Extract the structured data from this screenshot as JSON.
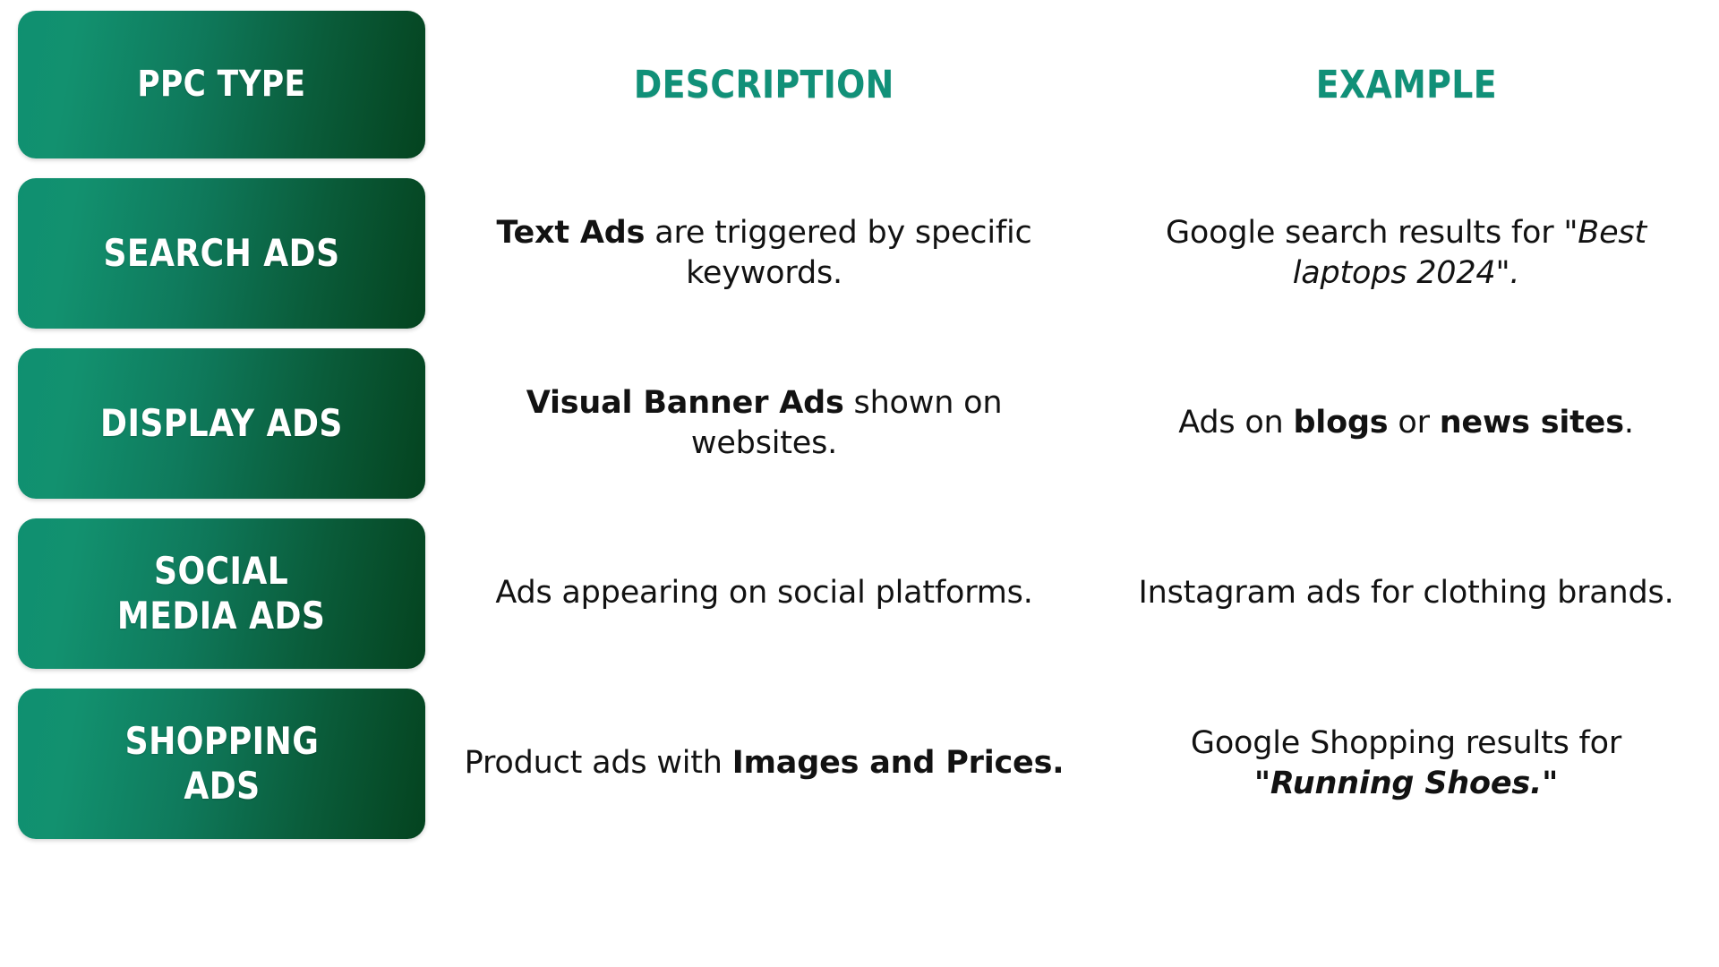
{
  "accent_colors": {
    "green_dark": "#04431f",
    "green_mid": "#0a5c3a",
    "teal": "#119078",
    "teal_bright": "#16a085",
    "text_black": "#121212",
    "card_bg": "#ffffff",
    "page_bg": "#ffffff"
  },
  "header": {
    "type_label": "PPC TYPE",
    "description_label": "DESCRIPTION",
    "example_label": "EXAMPLE"
  },
  "rows": [
    {
      "type": "SEARCH ADS",
      "description_html": "<b>Text Ads</b> are triggered by specific keywords.",
      "description_plain": "Text Ads are triggered by specific keywords.",
      "example_html": "Google search results for <i>\"Best laptops 2024\".</i>",
      "example_plain": "Google search results for \"Best laptops 2024\"."
    },
    {
      "type": "DISPLAY ADS",
      "description_html": "<b>Visual Banner Ads</b> shown on websites.",
      "description_plain": "Visual Banner Ads shown on websites.",
      "example_html": "Ads on <b>blogs</b> or <b>news sites</b>.",
      "example_plain": "Ads on blogs or news sites."
    },
    {
      "type": "SOCIAL MEDIA ADS",
      "type_line_1": "SOCIAL",
      "type_line_2": "MEDIA ADS",
      "description_html": "Ads appearing on social platforms.",
      "description_plain": "Ads appearing on social platforms.",
      "example_html": "Instagram ads for clothing brands.",
      "example_plain": "Instagram ads for clothing brands."
    },
    {
      "type": "SHOPPING ADS",
      "type_line_1": "SHOPPING",
      "type_line_2": "ADS",
      "description_html": "Product ads with <b>Images and Prices.</b>",
      "description_plain": "Product ads with Images and Prices.",
      "example_html": "Google Shopping results for <span class=\"bi\">\"Running Shoes.\"</span>",
      "example_plain": "Google Shopping results for \"Running Shoes.\""
    }
  ]
}
